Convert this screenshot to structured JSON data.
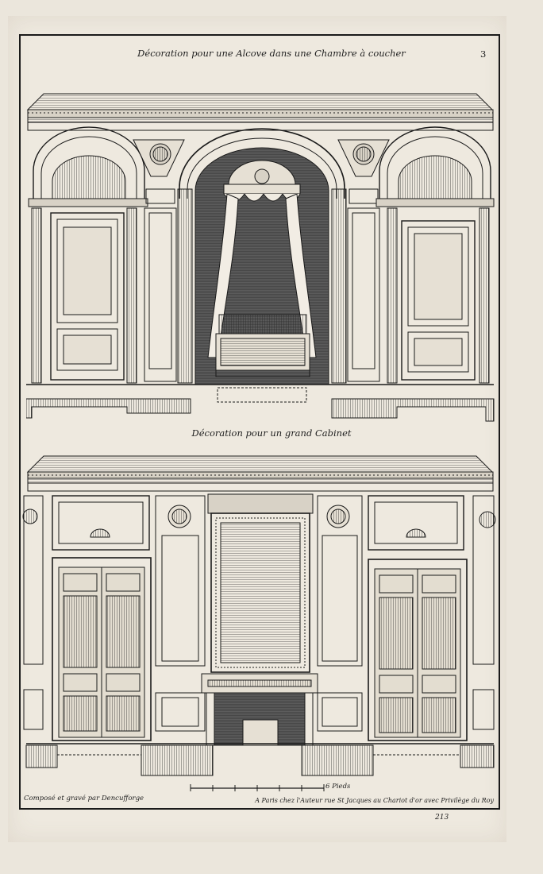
{
  "plate": {
    "title_top": "Décoration pour une Alcove dans une Chambre à coucher",
    "plate_number": "3",
    "title_bottom": "Décoration pour un grand Cabinet",
    "credit_left": "Composé et gravé par Dencufforge",
    "credit_right": "A Paris chez l'Auteur rue St Jacques au Chariot d'or avec Privilège du Roy",
    "scale_label": "6 Pieds",
    "folio": "213"
  },
  "colors": {
    "ink": "#1a1a1a",
    "paper": "#eee9df",
    "shade": "#5a5a5a"
  },
  "scene": {
    "upper": [
      "cornice",
      "arched-bay-left",
      "door-left",
      "alcove-arch",
      "medallion-left",
      "medallion-right",
      "bed-canopy",
      "bed",
      "arched-bay-right",
      "door-right",
      "floor-plan"
    ],
    "lower": [
      "cornice",
      "rosette-panels",
      "overdoor-panels",
      "double-door-left",
      "mirror",
      "fireplace",
      "double-door-right",
      "floor-plan",
      "scale-bar"
    ]
  }
}
